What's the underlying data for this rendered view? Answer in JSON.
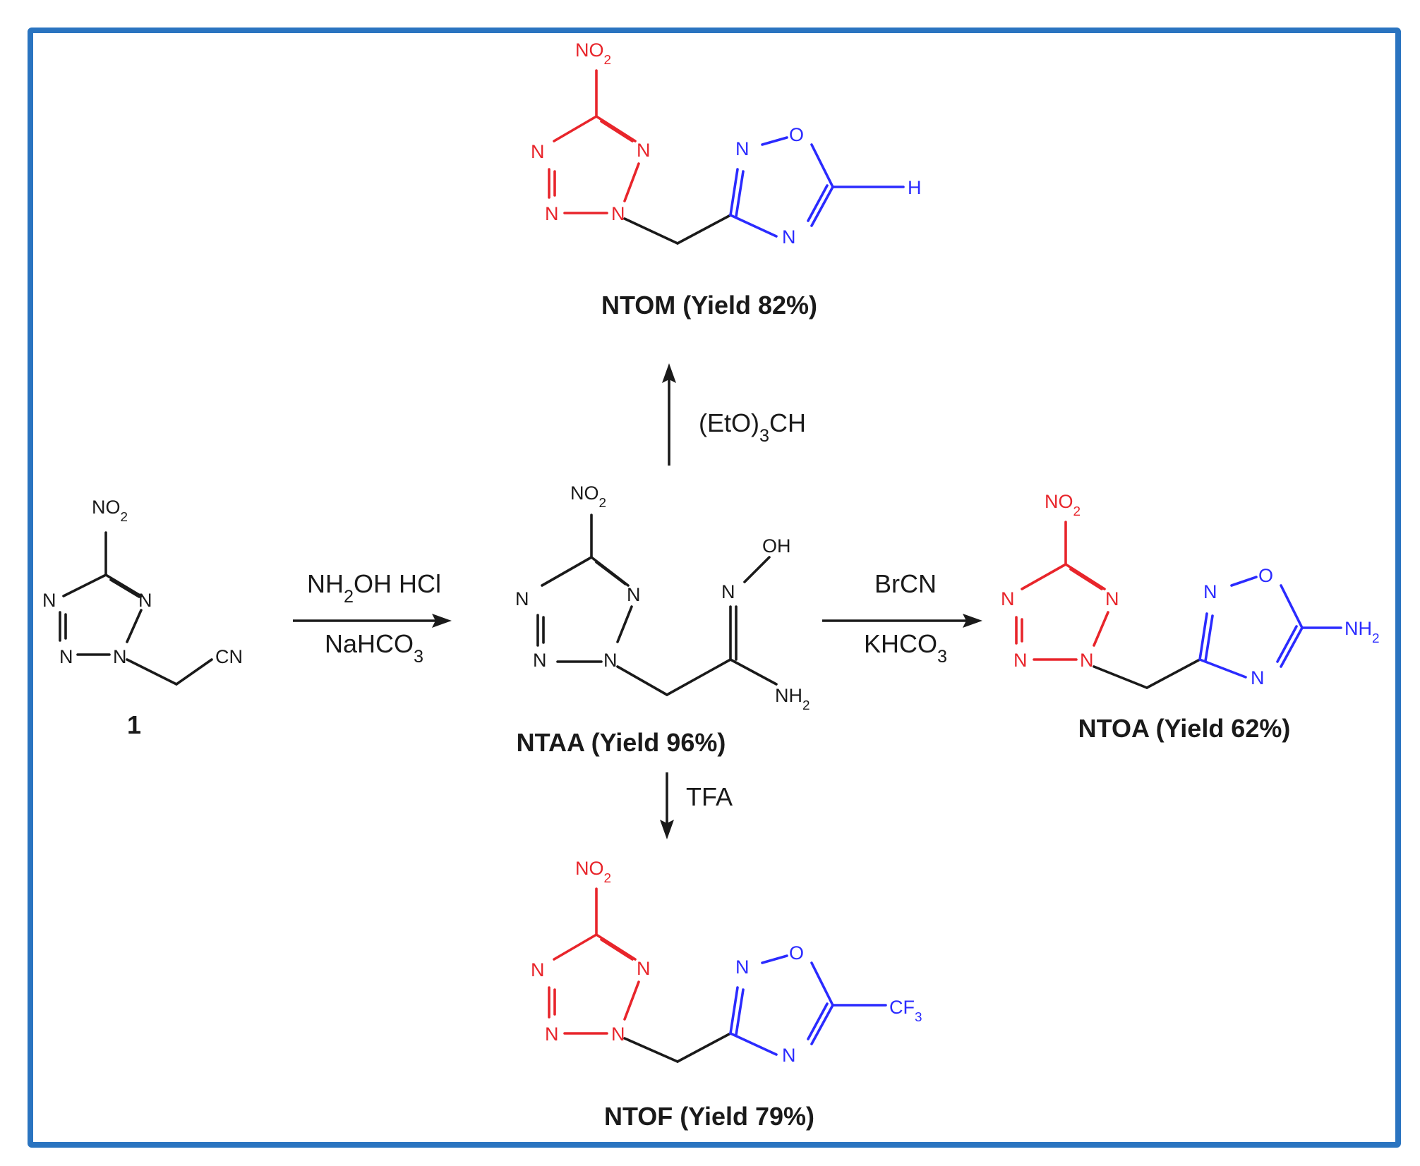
{
  "compounds": {
    "c1": {
      "label": "1",
      "nitro": "NO2",
      "group": "CN"
    },
    "ntaa": {
      "label": "NTAA (Yield 96%)",
      "nitro": "NO2",
      "oh": "OH",
      "n_oxime": "N",
      "nh2": "NH2"
    },
    "ntom": {
      "label": "NTOM (Yield 82%)",
      "nitro": "NO2",
      "substituent": "H"
    },
    "ntoa": {
      "label": "NTOA (Yield 62%)",
      "nitro": "NO2",
      "substituent": "NH2"
    },
    "ntof": {
      "label": "NTOF (Yield 79%)",
      "nitro": "NO2",
      "substituent": "CF3"
    }
  },
  "reagents": {
    "step1_top": "NH2OH HCl",
    "step1_bottom": "NaHCO3",
    "to_ntom": "(EtO)3CH",
    "to_ntoa_top": "BrCN",
    "to_ntoa_bottom": "KHCO3",
    "to_ntof": "TFA"
  },
  "atom_symbols": {
    "nitrogen": "N",
    "oxygen": "O"
  },
  "colors": {
    "frame": "#2a74c0",
    "tetrazole": "#e8252b",
    "oxadiazole": "#2b2bff",
    "default": "#1a1a1a"
  }
}
